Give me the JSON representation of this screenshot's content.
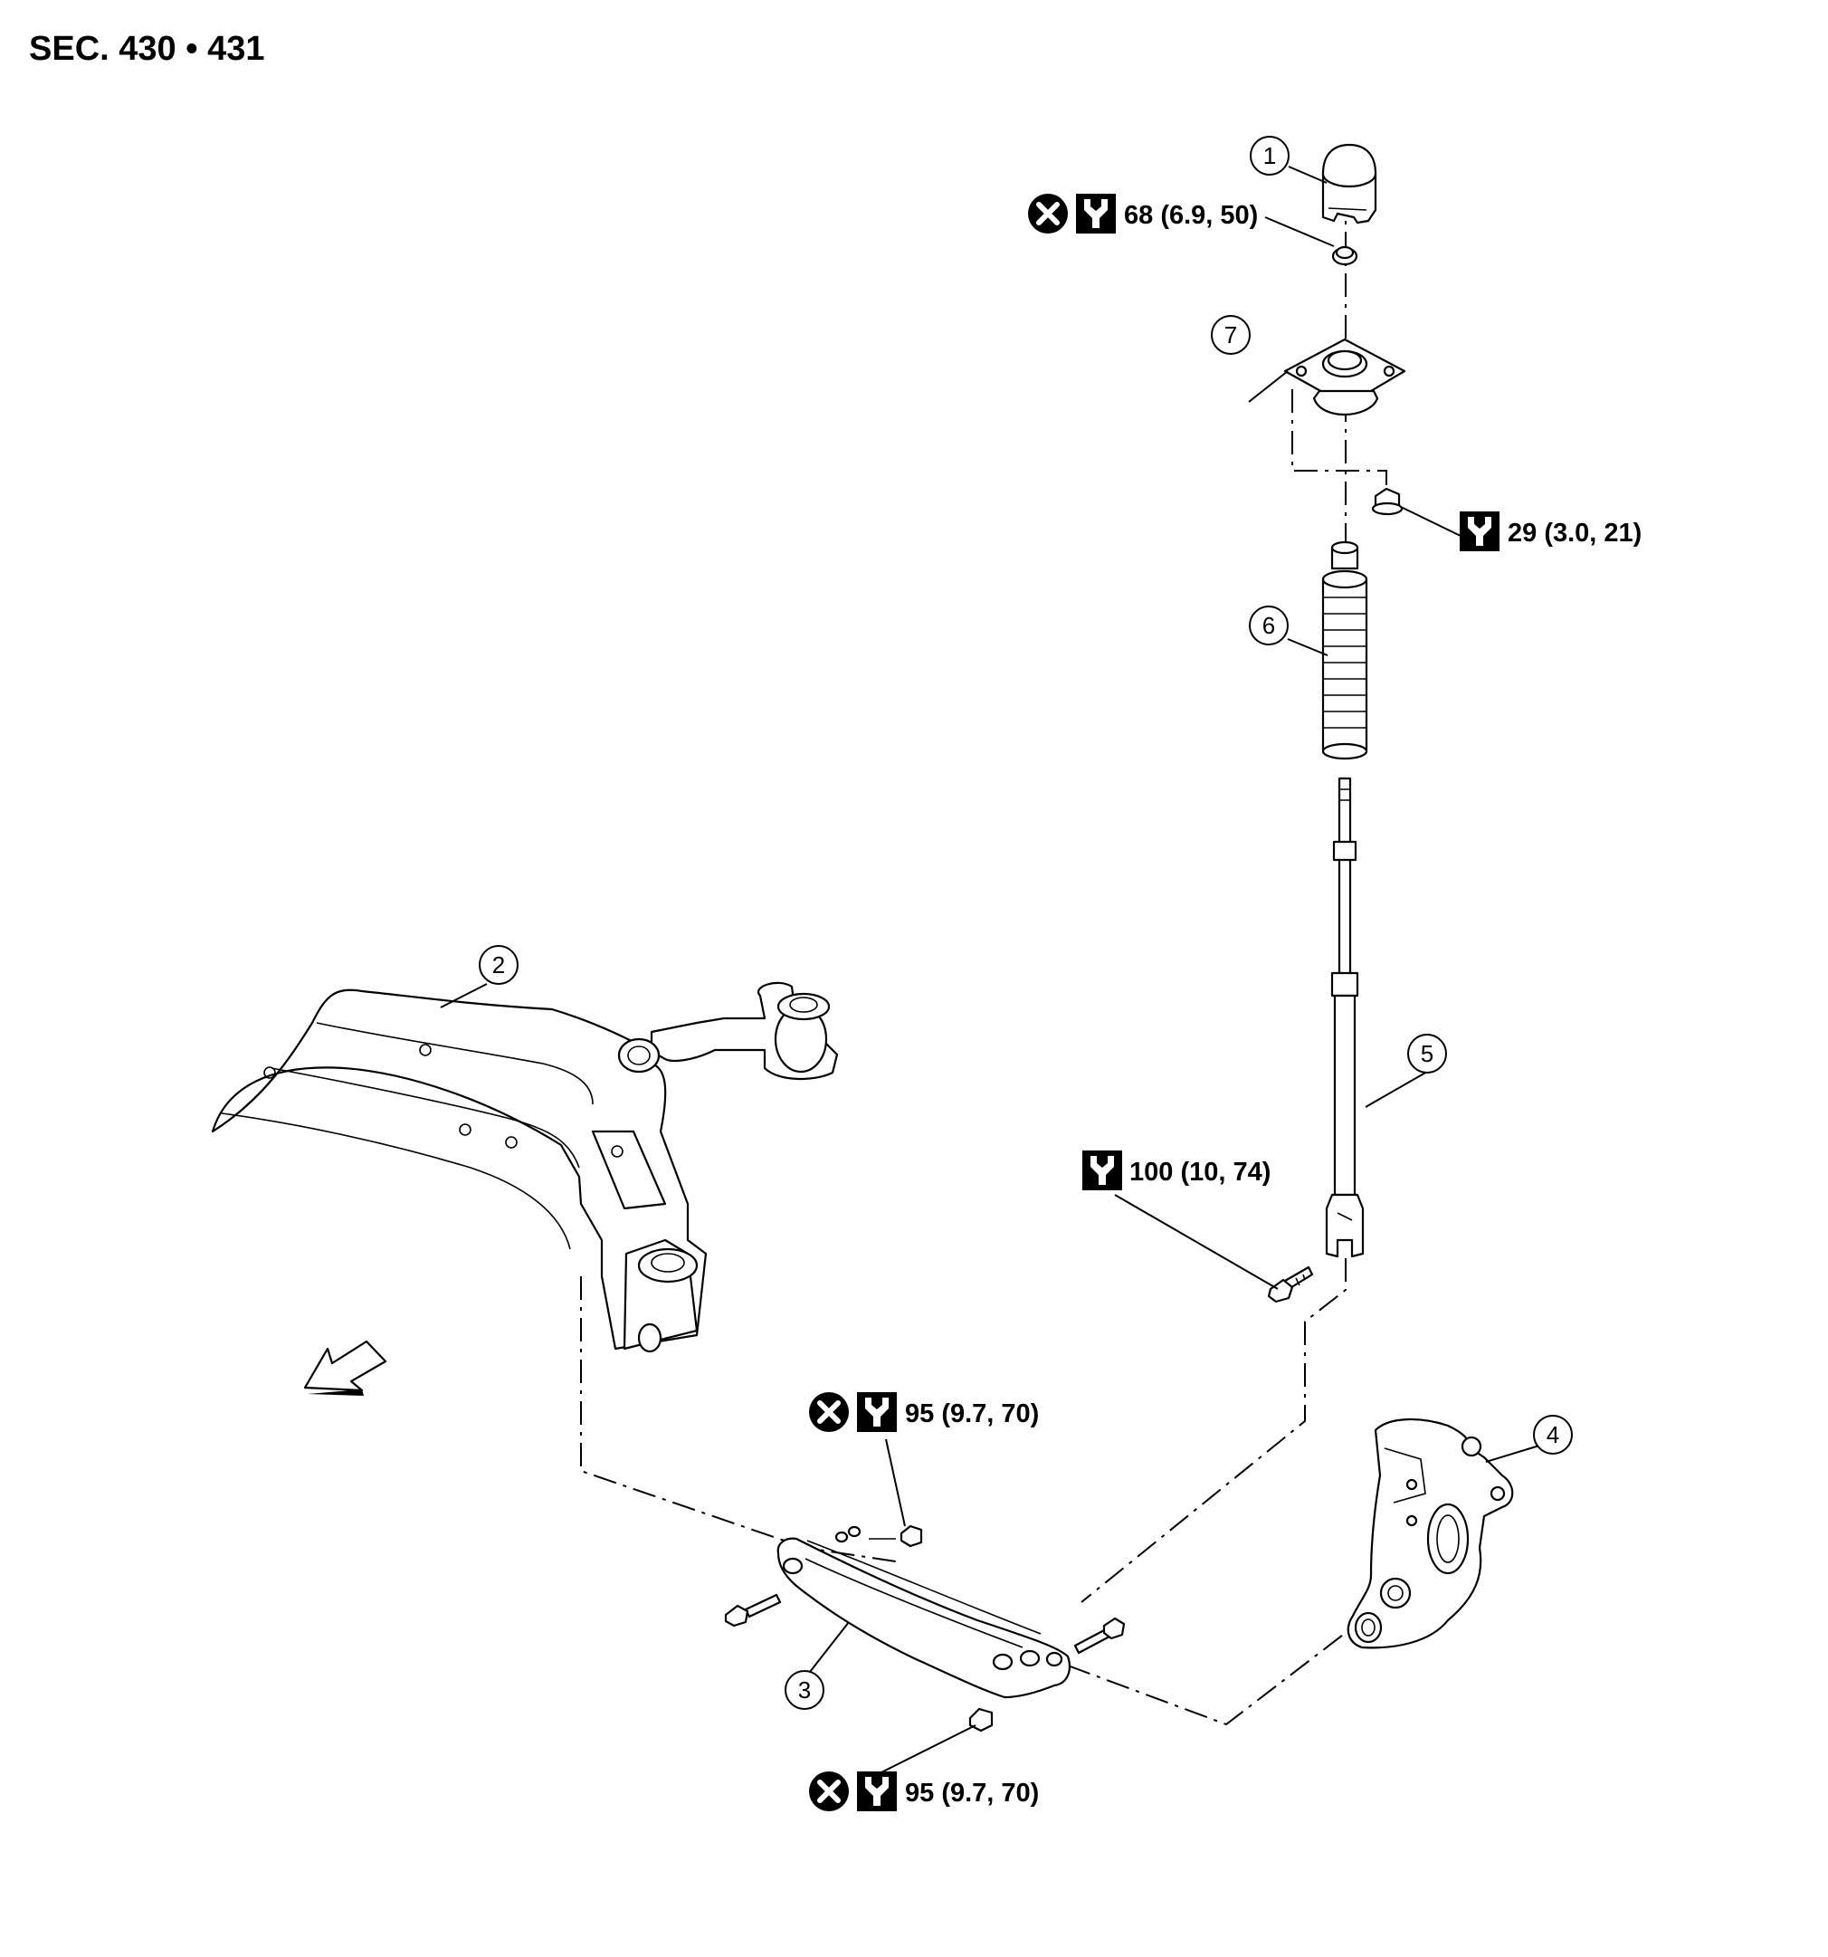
{
  "title": "SEC. 430 • 431",
  "callouts": [
    "1",
    "2",
    "3",
    "4",
    "5",
    "6",
    "7"
  ],
  "torques": {
    "t1": "68 (6.9, 50)",
    "t2": "29 (3.0, 21)",
    "t3": "100 (10, 74)",
    "t4": "95 (9.7, 70)",
    "t5": "95 (9.7, 70)"
  },
  "icons": [
    "do-not-reuse-icon",
    "torque-wrench-icon",
    "front-direction-arrow-icon"
  ]
}
